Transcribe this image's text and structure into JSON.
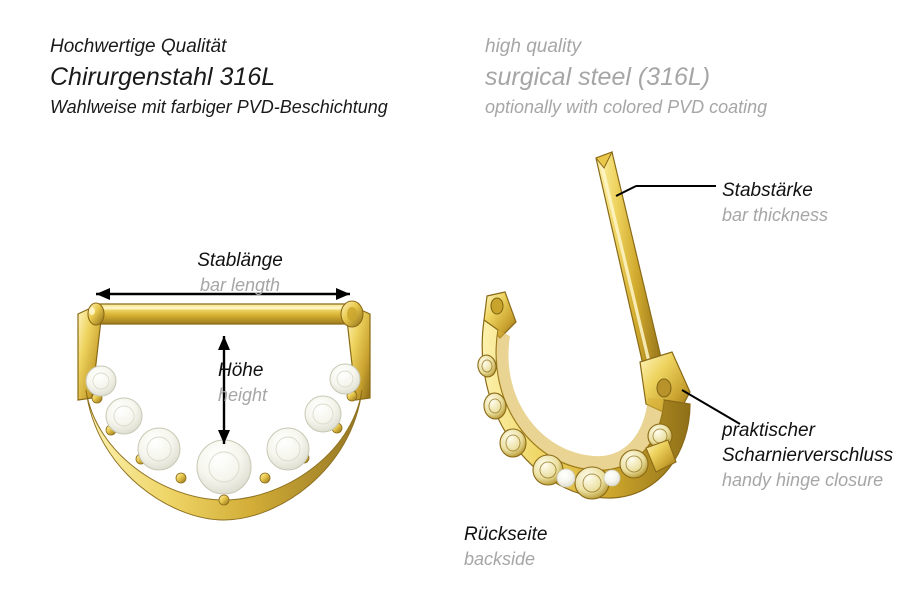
{
  "header": {
    "left": {
      "line1": "Hochwertige Qualität",
      "line2": "Chirurgenstahl 316L",
      "line3": "Wahlweise mit farbiger PVD-Beschichtung"
    },
    "right": {
      "line1": "high quality",
      "line2": "surgical steel (316L)",
      "line3": "optionally with colored PVD coating"
    }
  },
  "annotations": {
    "bar_length": {
      "de": "Stablänge",
      "en": "bar length"
    },
    "height": {
      "de": "Höhe",
      "en": "height"
    },
    "bar_thickness": {
      "de": "Stabstärke",
      "en": "bar thickness"
    },
    "hinge": {
      "de_line1": "praktischer",
      "de_line2": "Scharnierverschluss",
      "en": "handy hinge closure"
    },
    "backside": {
      "de": "Rückseite",
      "en": "backside"
    }
  },
  "colors": {
    "gold_light": "#f7e27a",
    "gold_mid": "#e3c03c",
    "gold_dark": "#b8922a",
    "gold_deep": "#8f6f18",
    "gem_fill": "#fbfbf6",
    "gem_shade": "#e8e8dd",
    "text_dark": "#111111",
    "text_grey": "#a6a6a6",
    "line": "#000000",
    "background": "#ffffff"
  }
}
